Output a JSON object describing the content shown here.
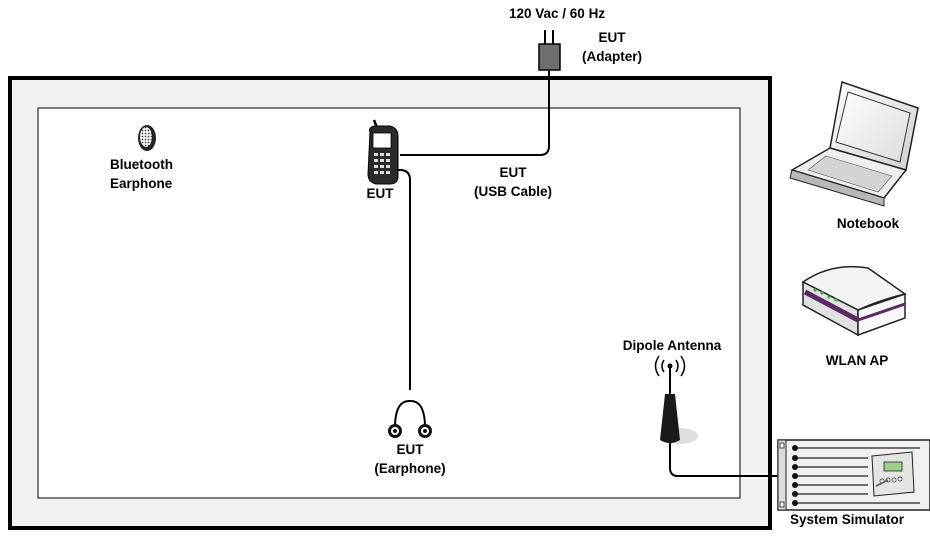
{
  "labels": {
    "power": "120 Vac / 60 Hz",
    "adapter_line1": "EUT",
    "adapter_line2": "(Adapter)",
    "bt_line1": "Bluetooth",
    "bt_line2": "Earphone",
    "phone": "EUT",
    "usb_line1": "EUT",
    "usb_line2": "(USB Cable)",
    "notebook": "Notebook",
    "wlan": "WLAN AP",
    "dipole": "Dipole Antenna",
    "earphone_line1": "EUT",
    "earphone_line2": "(Earphone)",
    "simulator": "System Simulator"
  },
  "colors": {
    "line": "#000000",
    "chamber_fill": "#f2f2f2",
    "inner_fill": "#ffffff",
    "adapter": "#707070",
    "laptop_body": "#e8e8e8",
    "router_stripe": "#5a2a60",
    "router_led": "#3cb43c",
    "simulator_display": "#9cd08c"
  },
  "icons": [
    "power-adapter-icon",
    "bluetooth-earphone-icon",
    "mobile-phone-icon",
    "wired-earphone-icon",
    "dipole-antenna-icon",
    "notebook-icon",
    "wlan-router-icon",
    "system-simulator-icon"
  ]
}
